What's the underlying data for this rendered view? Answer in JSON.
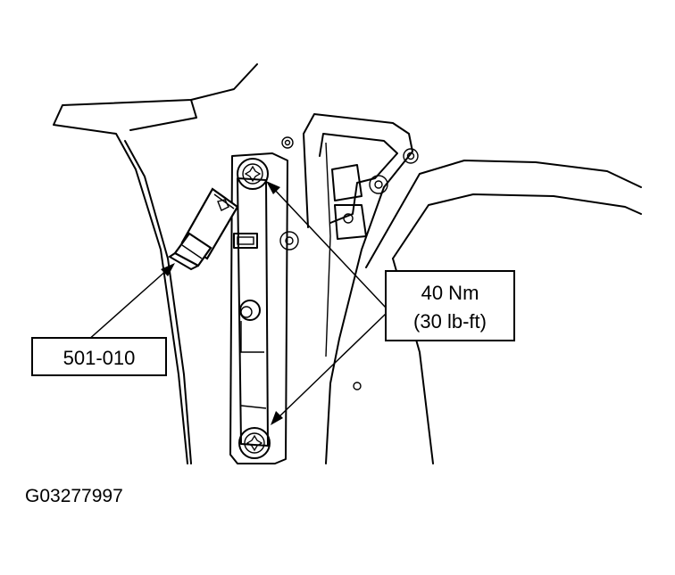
{
  "callouts": {
    "tool_number": "501-010",
    "torque_line1": "40 Nm",
    "torque_line2": "(30 lb-ft)"
  },
  "figure_id": "G03277997"
}
